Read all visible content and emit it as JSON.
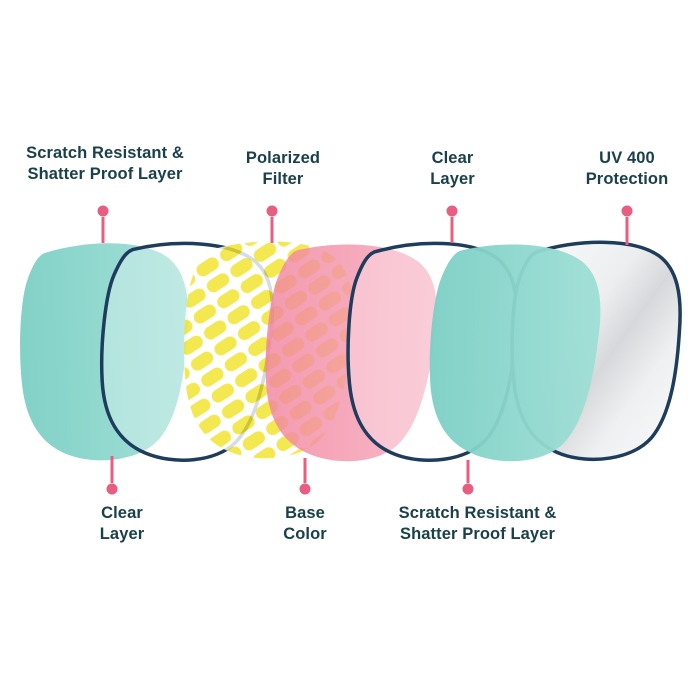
{
  "colors": {
    "teal": "#9fdfd6",
    "teal_deep": "#7bcfc4",
    "yellow": "#f2e32a",
    "pink": "#f2849f",
    "pink_light": "#f6a8bb",
    "navy": "#1e3c5c",
    "accent_pink": "#e85d80",
    "text": "#1a4049",
    "uv_gray": "#d6d8db",
    "bg": "#ffffff"
  },
  "labels": {
    "top": [
      {
        "line1": "Scratch Resistant &",
        "line2": "Shatter Proof Layer"
      },
      {
        "line1": "Polarized",
        "line2": "Filter"
      },
      {
        "line1": "Clear",
        "line2": "Layer"
      },
      {
        "line1": "UV 400",
        "line2": "Protection"
      }
    ],
    "bottom": [
      {
        "line1": "Clear",
        "line2": "Layer"
      },
      {
        "line1": "Base",
        "line2": "Color"
      },
      {
        "line1": "Scratch Resistant &",
        "line2": "Shatter Proof Layer"
      }
    ]
  },
  "layers": [
    {
      "name": "Scratch Resistant & Shatter Proof Layer",
      "appearance": "teal"
    },
    {
      "name": "Clear Layer",
      "appearance": "clear-outline"
    },
    {
      "name": "Polarized Filter",
      "appearance": "yellow-pattern"
    },
    {
      "name": "Base Color",
      "appearance": "pink"
    },
    {
      "name": "Clear Layer",
      "appearance": "clear-outline"
    },
    {
      "name": "Scratch Resistant & Shatter Proof Layer",
      "appearance": "teal"
    },
    {
      "name": "UV 400 Protection",
      "appearance": "white-outline"
    }
  ]
}
